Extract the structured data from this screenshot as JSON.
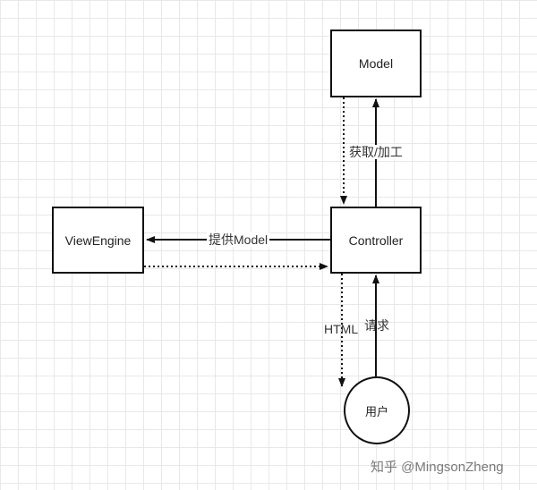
{
  "nodes": {
    "model": "Model",
    "viewengine": "ViewEngine",
    "controller": "Controller",
    "user": "用户"
  },
  "edges": {
    "fetch_process": "获取/加工",
    "provide_model": "提供Model",
    "html": "HTML",
    "request": "请求"
  },
  "watermark": "知乎 @MingsonZheng",
  "colors": {
    "stroke": "#111111",
    "grid": "#e8e8e8",
    "watermark": "#7a7a7a"
  }
}
